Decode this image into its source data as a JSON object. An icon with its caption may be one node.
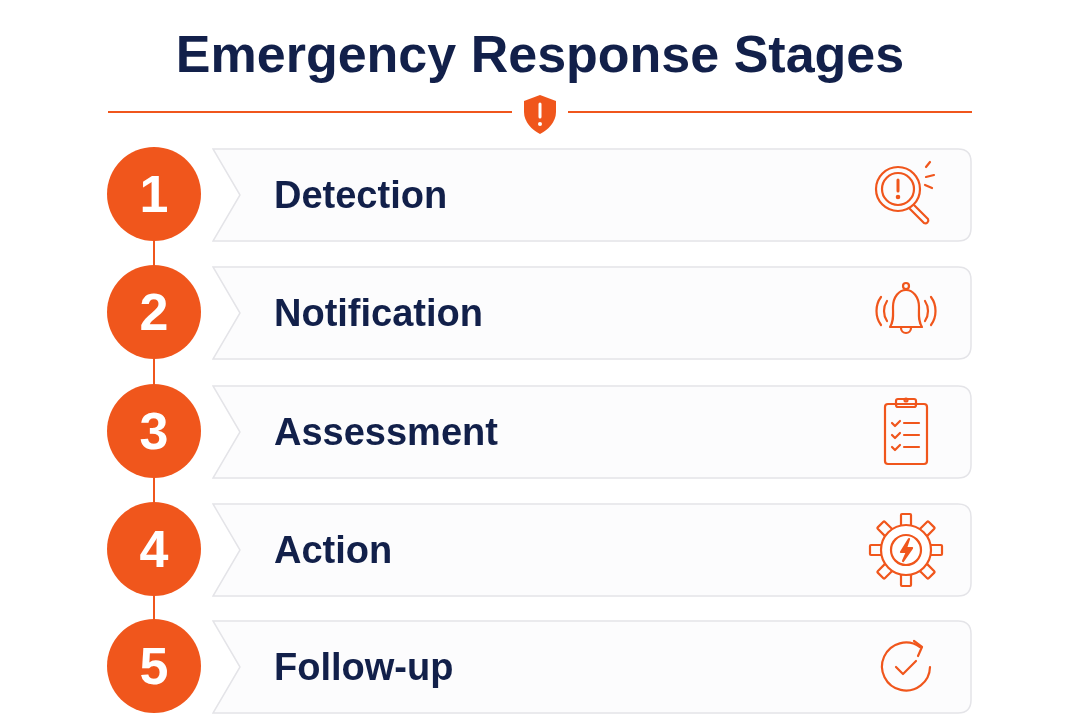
{
  "diagram": {
    "title": "Emergency Response Stages",
    "nodes": [
      {
        "text": [
          "1"
        ]
      },
      {
        "text": [
          "Detection"
        ]
      },
      {
        "text": [
          "2"
        ]
      },
      {
        "text": [
          "Notification"
        ]
      },
      {
        "text": [
          "3"
        ]
      },
      {
        "text": [
          "Assessment"
        ]
      },
      {
        "text": [
          "4"
        ]
      },
      {
        "text": [
          "Action"
        ]
      },
      {
        "text": [
          "5"
        ]
      },
      {
        "text": [
          "Follow-up"
        ]
      }
    ],
    "edges": [
      {
        "from": 0,
        "to": 2,
        "arrow": "none"
      },
      {
        "from": 2,
        "to": 4,
        "arrow": "none"
      },
      {
        "from": 4,
        "to": 6,
        "arrow": "none"
      },
      {
        "from": 6,
        "to": 8,
        "arrow": "none"
      }
    ]
  }
}
